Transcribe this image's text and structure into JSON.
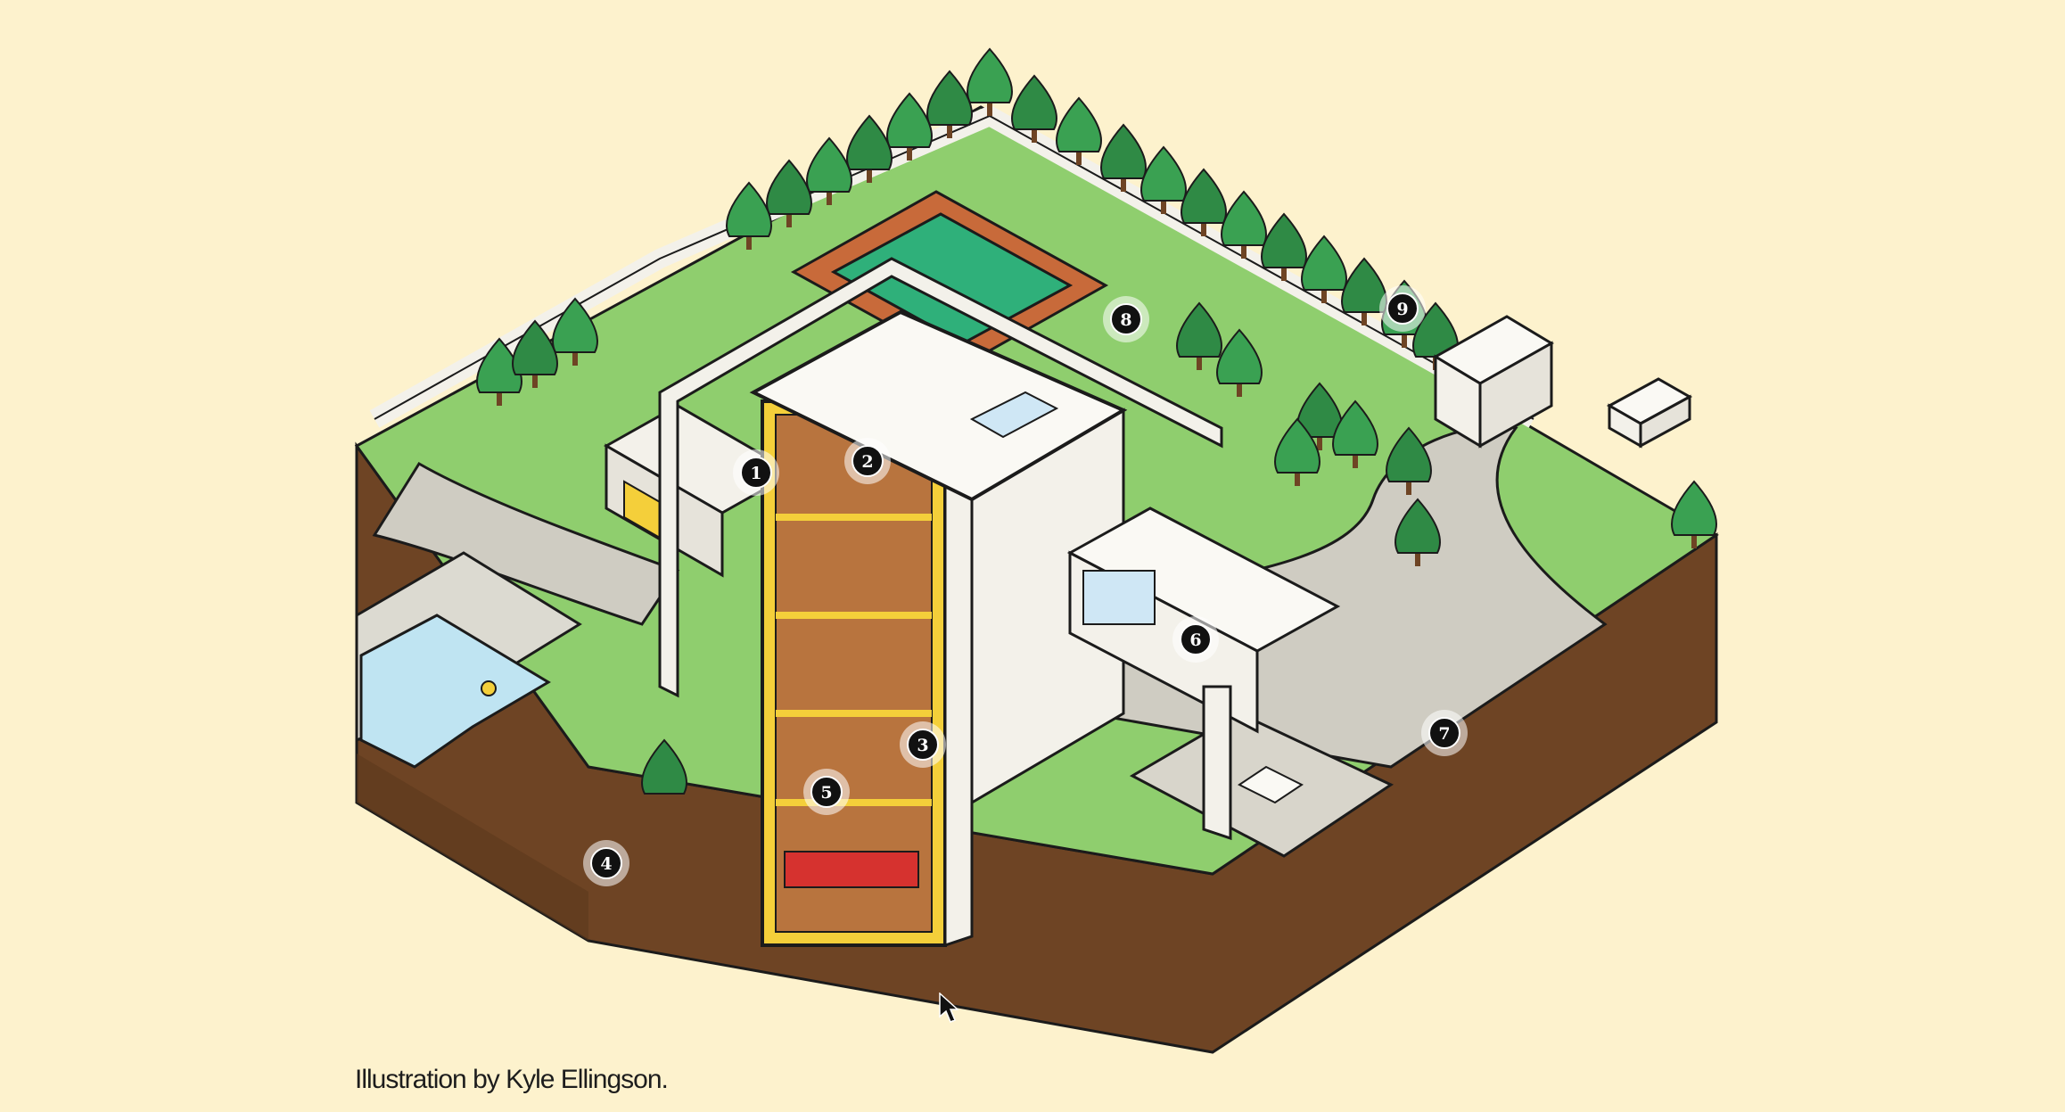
{
  "caption": "Illustration by Kyle Ellingson.",
  "markers": [
    {
      "label": "1"
    },
    {
      "label": "2"
    },
    {
      "label": "3"
    },
    {
      "label": "4"
    },
    {
      "label": "5"
    },
    {
      "label": "6"
    },
    {
      "label": "7"
    },
    {
      "label": "8"
    },
    {
      "label": "9"
    }
  ],
  "colors": {
    "background": "#fdf2cd",
    "lawn": "#8fce6e",
    "soil": "#7a4e2b",
    "tree": "#2f8a45",
    "path": "#c9c6bc",
    "wall": "#f3f1ea",
    "accent": "#f4cf3a",
    "pool": "#bfe4f2",
    "court": "#2fb07a",
    "marker": "#111111"
  }
}
